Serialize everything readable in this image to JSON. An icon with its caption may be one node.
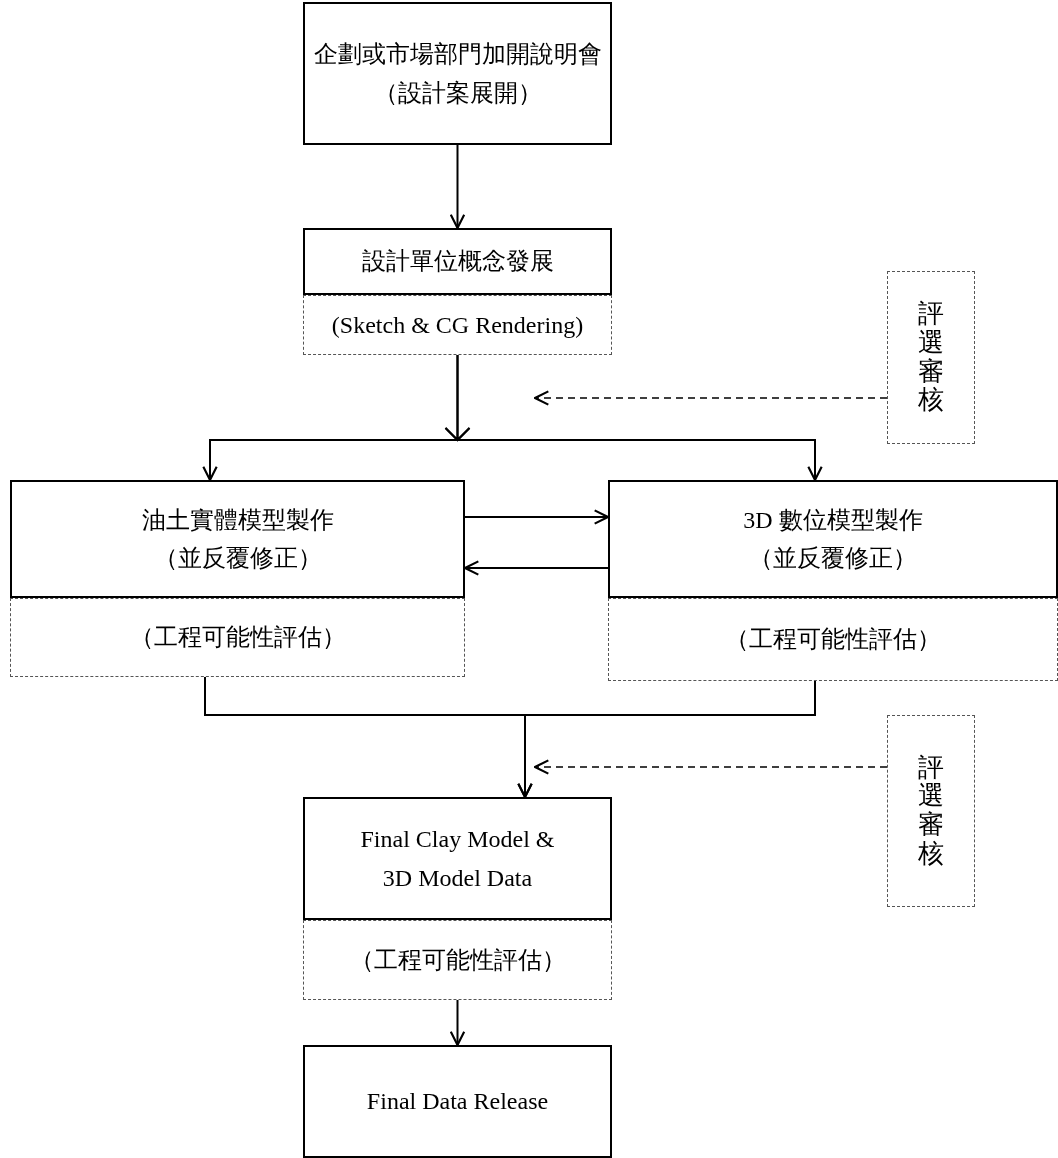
{
  "diagram": {
    "nodes": [
      {
        "text": [
          "企劃或市場部門加開說明會",
          "（設計案展開）"
        ]
      },
      {
        "text": [
          "設計單位概念發展"
        ]
      },
      {
        "text": [
          "(Sketch & CG Rendering)"
        ]
      },
      {
        "text": [
          "評選審核"
        ]
      },
      {
        "text": [
          "油土實體模型製作",
          "（並反覆修正）"
        ]
      },
      {
        "text": [
          "（工程可能性評估）"
        ]
      },
      {
        "text": [
          "3D 數位模型製作",
          "（並反覆修正）"
        ]
      },
      {
        "text": [
          "（工程可能性評估）"
        ]
      },
      {
        "text": [
          "評選審核"
        ]
      },
      {
        "text": [
          "Final Clay Model & 3D Model Data"
        ]
      },
      {
        "text": [
          "（工程可能性評估）"
        ]
      },
      {
        "text": [
          "Final Data Release"
        ]
      }
    ],
    "edges": [
      {
        "from": 0,
        "to": 1,
        "arrow": "to"
      },
      {
        "from": 2,
        "to": 4,
        "arrow": "to"
      },
      {
        "from": 2,
        "to": 6,
        "arrow": "to"
      },
      {
        "from": 3,
        "to": null,
        "arrow": "to",
        "style": "dashed"
      },
      {
        "from": 4,
        "to": 6,
        "arrow": "to"
      },
      {
        "from": 6,
        "to": 4,
        "arrow": "to"
      },
      {
        "from": 5,
        "to": 9,
        "arrow": "to"
      },
      {
        "from": 7,
        "to": 9,
        "arrow": "to"
      },
      {
        "from": 8,
        "to": null,
        "arrow": "to",
        "style": "dashed"
      },
      {
        "from": 10,
        "to": 11,
        "arrow": "to"
      }
    ]
  }
}
